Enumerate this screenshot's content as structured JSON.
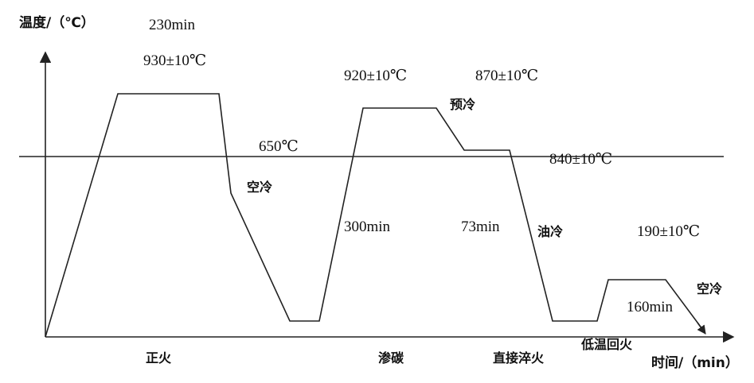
{
  "axes": {
    "y_label": "温度/（℃）",
    "x_label": "时间/（min）"
  },
  "reference_line": {
    "label": "650℃"
  },
  "temperature_labels": {
    "normalizing_hold": "930±10℃",
    "carburizing_hold": "920±10℃",
    "precool_hold": "870±10℃",
    "quench_hold": "840±10℃",
    "temper_hold": "190±10℃"
  },
  "time_labels": {
    "normalizing_time": "230min",
    "carburizing_time": "300min",
    "precool_time": "73min",
    "temper_time": "160min"
  },
  "cooling_labels": {
    "air_cool_1": "空冷",
    "precool": "预冷",
    "oil_cool": "油冷",
    "air_cool_2": "空冷"
  },
  "process_labels": {
    "normalizing": "正火",
    "carburizing": "渗碳",
    "direct_quench": "直接淬火",
    "low_temp_temper": "低温回火"
  }
}
